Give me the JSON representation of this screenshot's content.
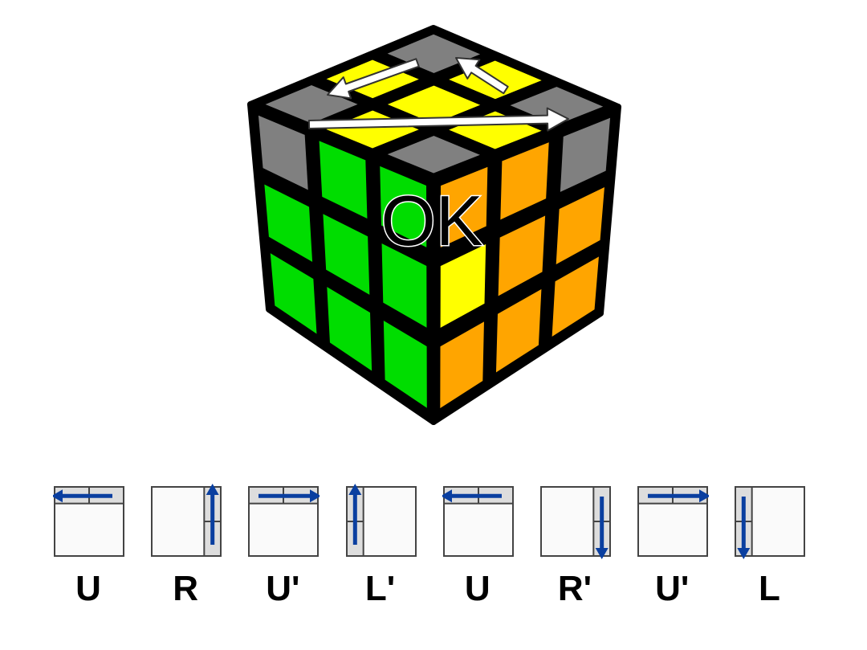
{
  "cube": {
    "center_text": "OK",
    "colors": {
      "yellow": "#FFFF00",
      "green": "#00DD00",
      "orange": "#FFA500",
      "gray": "#808080",
      "outline": "#000000",
      "arrow": "#FFFFFF"
    },
    "top_face": [
      [
        "gray",
        "yellow",
        "gray"
      ],
      [
        "yellow",
        "yellow",
        "yellow"
      ],
      [
        "gray",
        "yellow",
        "gray"
      ]
    ],
    "front_left_face": [
      [
        "gray",
        "green",
        "green"
      ],
      [
        "green",
        "green",
        "green"
      ],
      [
        "green",
        "green",
        "green"
      ]
    ],
    "front_right_face": [
      [
        "orange",
        "orange",
        "gray"
      ],
      [
        "yellow",
        "orange",
        "orange"
      ],
      [
        "orange",
        "orange",
        "orange"
      ]
    ]
  },
  "moves": {
    "colors": {
      "box_fill": "#FAFAFA",
      "highlight": "#DDDDDD",
      "arrow": "#0A3FA0",
      "outline": "#444444"
    },
    "items": [
      {
        "label": "U",
        "layer": "top",
        "direction": "left"
      },
      {
        "label": "R",
        "layer": "right",
        "direction": "up"
      },
      {
        "label": "U'",
        "layer": "top",
        "direction": "right"
      },
      {
        "label": "L'",
        "layer": "left",
        "direction": "up"
      },
      {
        "label": "U",
        "layer": "top",
        "direction": "left"
      },
      {
        "label": "R'",
        "layer": "right",
        "direction": "down"
      },
      {
        "label": "U'",
        "layer": "top",
        "direction": "right"
      },
      {
        "label": "L",
        "layer": "left",
        "direction": "down"
      }
    ]
  }
}
